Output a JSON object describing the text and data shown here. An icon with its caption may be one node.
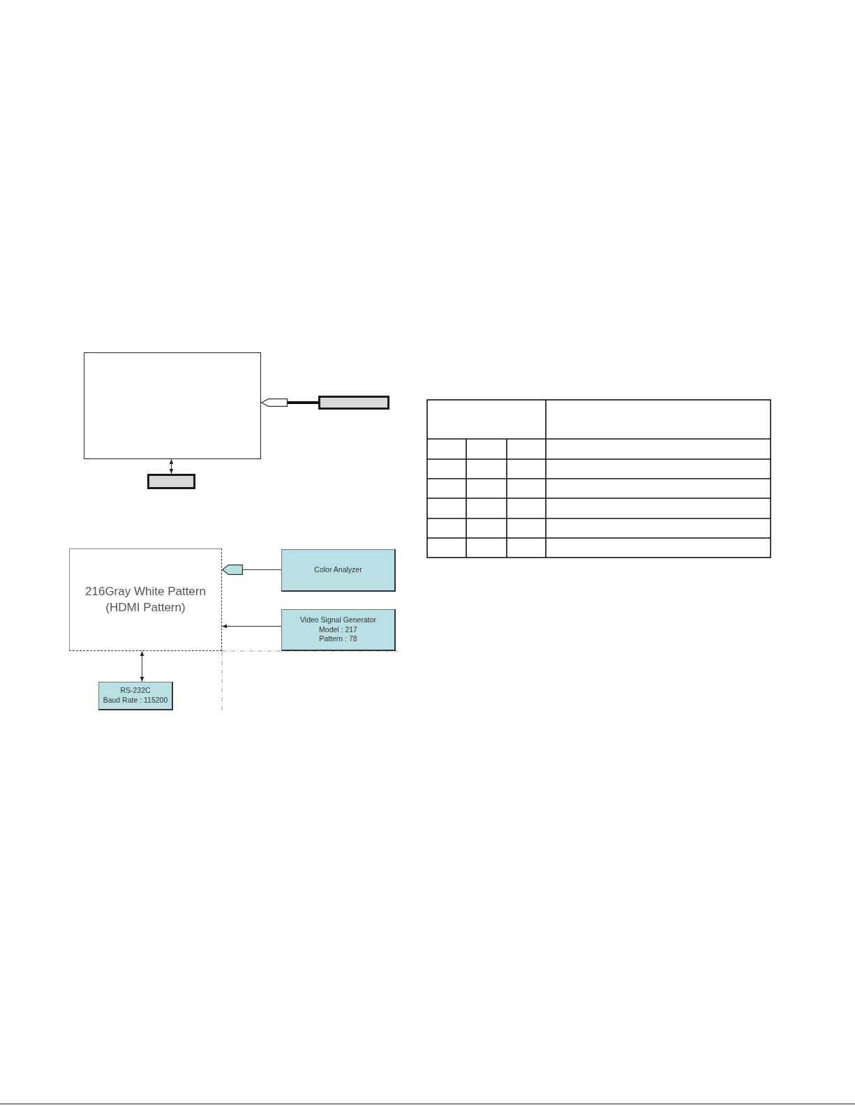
{
  "diagram": {
    "nodes": [
      {
        "text": [],
        "shape": "box"
      },
      {
        "text": [],
        "shape": "pentagon"
      },
      {
        "text": [],
        "shape": "box"
      },
      {
        "text": [],
        "shape": "box"
      },
      {
        "text": [
          "216Gray White Pattern (HDMI Pattern)"
        ]
      },
      {
        "text": [],
        "shape": "pentagon"
      },
      {
        "text": [
          "Color Analyzer"
        ]
      },
      {
        "text": [
          "Video Signal Generator",
          "Model : 217",
          "Pattern : 78"
        ]
      },
      {
        "text": [
          "RS-232C",
          "Baud Rate : 115200"
        ]
      }
    ],
    "edges": [
      {
        "from": 2,
        "to": 1,
        "arrow": "none",
        "style": "thick"
      },
      {
        "from": 0,
        "to": 3,
        "arrow": "both"
      },
      {
        "from": 6,
        "to": 5,
        "arrow": "none"
      },
      {
        "from": 7,
        "to": 4,
        "arrow": "to"
      },
      {
        "from": 4,
        "to": 8,
        "arrow": "both"
      }
    ]
  }
}
